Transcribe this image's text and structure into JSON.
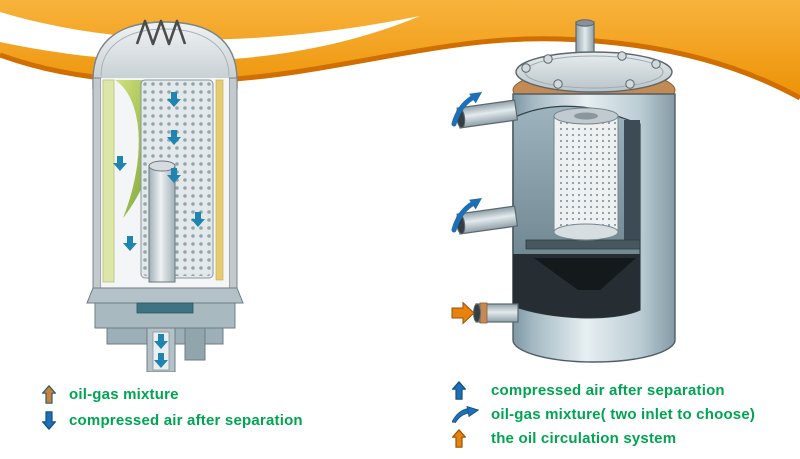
{
  "header": {
    "band_color_top": "#F8B33C",
    "band_color_bottom": "#EC9206",
    "band_edge_color": "#D06F00"
  },
  "palette": {
    "legend_text_green": "#00A551",
    "arrow_blue": "#1D6FB8",
    "arrow_orange": "#E8820E",
    "arrow_oilgas_brown": "#C8813B",
    "flow_arrow_teal": "#1F85B0",
    "copper_ring": "#C48A54"
  },
  "legend_left": {
    "items": [
      {
        "icon": "up-arrow-icon",
        "color": "#C8813B",
        "label": "oil-gas mixture"
      },
      {
        "icon": "down-arrow-icon",
        "color": "#1D6FB8",
        "label": "compressed air after separation"
      }
    ]
  },
  "legend_right": {
    "items": [
      {
        "icon": "up-arrow-icon",
        "color": "#1D6FB8",
        "label": "compressed air after separation"
      },
      {
        "icon": "curved-arrow-icon",
        "color": "#1D6FB8",
        "label": "oil-gas mixture( two inlet  to choose)"
      },
      {
        "icon": "up-arrow-icon",
        "color": "#E8820E",
        "label": "the oil circulation system"
      }
    ]
  }
}
